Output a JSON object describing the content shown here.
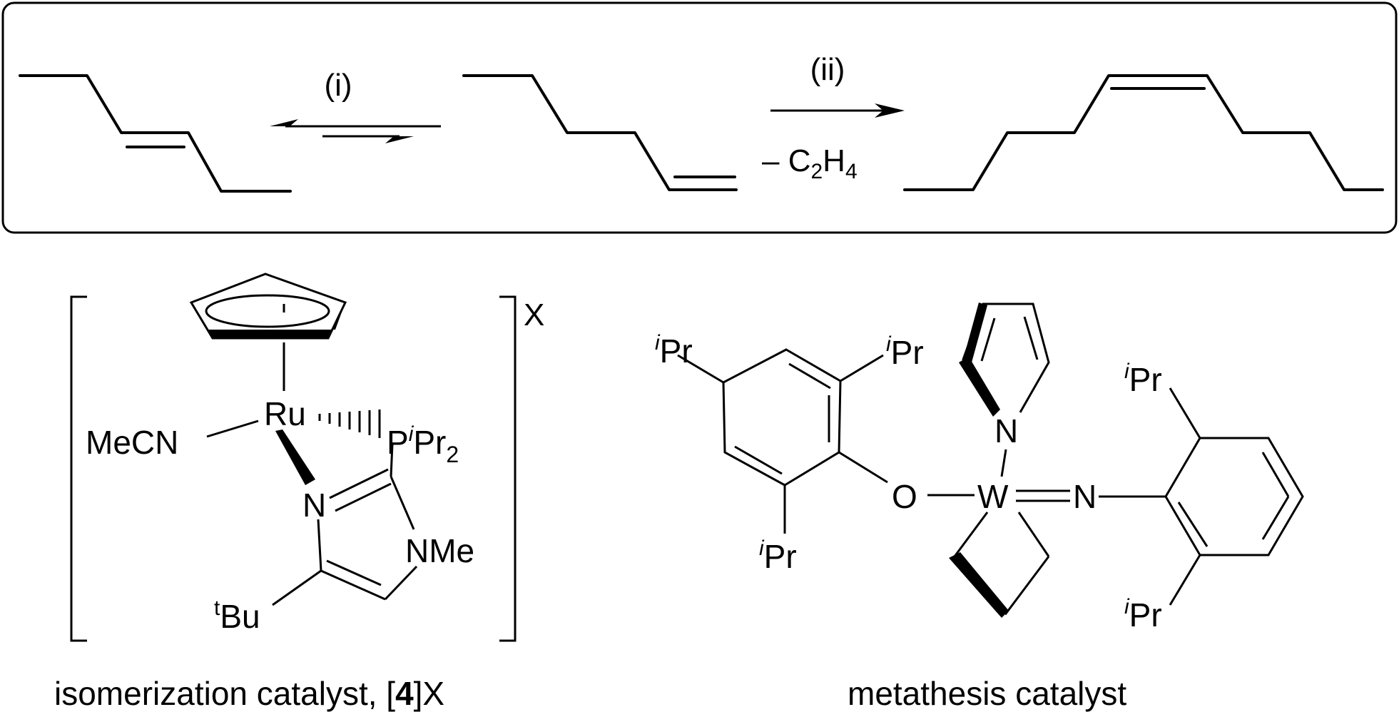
{
  "scheme": {
    "step1_label": "(i)",
    "step2_label": "(ii)",
    "byproduct_prefix": "– C",
    "byproduct_sub1": "2",
    "byproduct_mid": "H",
    "byproduct_sub2": "4"
  },
  "ru_catalyst": {
    "metal": "Ru",
    "ligand_mecn": "MeCN",
    "phosphine_p": "P",
    "phosphine_sup": "i",
    "phosphine_pr": "Pr",
    "phosphine_sub": "2",
    "ring_n": "N",
    "ring_nme": "NMe",
    "tbu_sup": "t",
    "tbu_text": "Bu",
    "counterion": "X",
    "caption_prefix": "isomerization catalyst, [",
    "caption_bold": "4",
    "caption_suffix": "]X"
  },
  "w_catalyst": {
    "metal": "W",
    "o_atom": "O",
    "n_imido": "N",
    "n_pyrrole": "N",
    "ipr_sup": "i",
    "ipr_text": "Pr",
    "caption": "metathesis catalyst"
  }
}
